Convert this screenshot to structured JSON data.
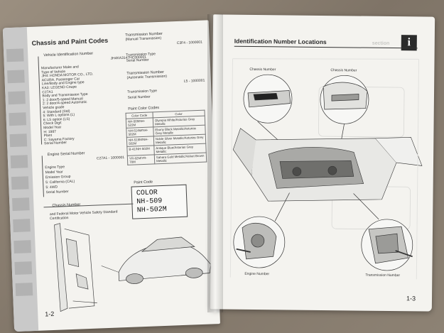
{
  "left_page": {
    "title": "Chassis and Paint Codes",
    "page_number": "1-2",
    "vin": {
      "heading": "Vehicle Identification Number",
      "code": "JH4KA3147HC000001",
      "items": [
        "Manufacturer Make and",
        "Type of Vehicle",
        "JH4: HONDA MOTOR CO., LTD.",
        "ACURA, Passenger Car",
        "Line/Body and Engine type",
        "KA3: LEGEND Coupe",
        "C27A1",
        "Body and Transmission Type",
        "1: 2 door/5-speed Manual",
        "2: 2 door/4-speed Automatic",
        "Vehicle grade",
        "4: Standard (Std)",
        "5: With L options (L)",
        "6: LS option (LS)",
        "Check Digit",
        "Model Year",
        "H: 1987",
        "Plant",
        "C: Sayama Factory",
        "Serial Number"
      ]
    },
    "engine": {
      "heading": "Engine Serial Number",
      "code": "C27A1 - 1000001",
      "items": [
        "Engine Type",
        "Model Year",
        "Emission Group",
        "5: California (CAL)",
        "5: 4WD",
        "Serial Number"
      ]
    },
    "transmission_manual": {
      "heading": "Transmission Number",
      "subheading": "(Manual Transmission)",
      "code": "C3F4 - 1000001",
      "items": [
        "Transmission Type",
        "Serial Number"
      ]
    },
    "transmission_auto": {
      "heading": "Transmission Number",
      "subheading": "(Automatic Transmission)",
      "code": "L5 - 1000001",
      "items": [
        "Transmission Type",
        "Serial Number"
      ]
    },
    "paint_codes": {
      "heading": "Paint Color Codes",
      "columns": [
        "Color Code",
        "Color"
      ],
      "rows": [
        [
          "NH-509/NH-522M",
          "Olympia White/Asturias Grey Metallic"
        ],
        [
          "NH-514M/NH-502M",
          "Ebony Black Metallic/Asturias Grey Metallic"
        ],
        [
          "NH-518M/NH-502M",
          "Noble Silver Metallic/Asturias Grey Metallic"
        ],
        [
          "B-41/NH-502M",
          "Antique Blue/Asturias Grey Metallic"
        ],
        [
          "YR-82M/YR-78M",
          "Sahara Gold Metallic/Velvet Brown Metallic"
        ]
      ]
    },
    "paint_code_label": {
      "heading": "Paint Code",
      "lines": [
        "COLOR",
        "NH-509",
        "NH-502M"
      ]
    },
    "chassis_number": {
      "heading": "Chassis Number",
      "caption_1": "and Federal Motor Vehicle Safety Standard",
      "caption_2": "Certification"
    }
  },
  "right_page": {
    "title": "Identification Number Locations",
    "faded_text": "section",
    "icon": "info-icon",
    "page_number": "1-3",
    "labels": {
      "chassis_left": "Chassis Number",
      "chassis_right": "Chassis Number",
      "engine": "Engine Number",
      "transmission": "Transmission Number"
    }
  }
}
